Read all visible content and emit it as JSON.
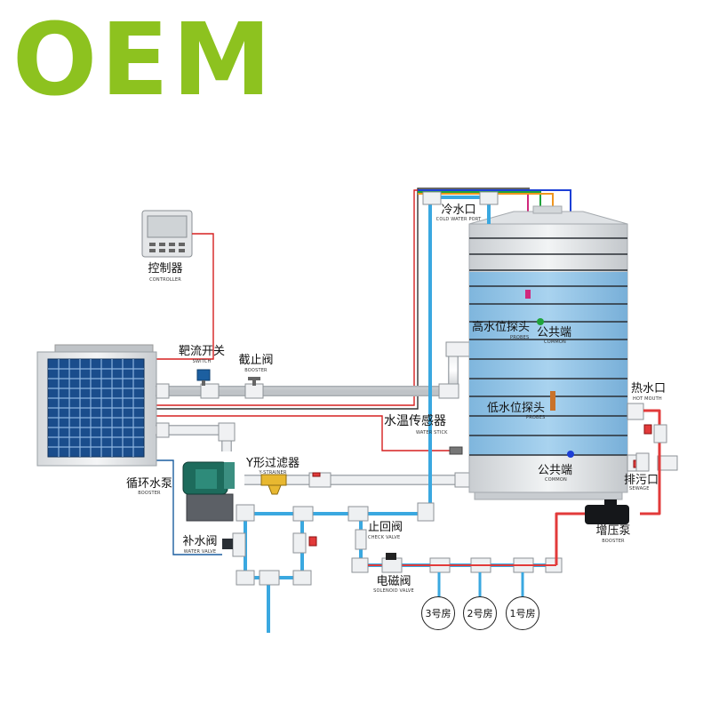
{
  "brand": {
    "text": "OEM",
    "color": "#8dc21f"
  },
  "controller": {
    "zh": "控制器",
    "en": "CONTROLLER"
  },
  "switch": {
    "zh": "靶流开关",
    "en": "SWITCH"
  },
  "stop_valve": {
    "zh": "截止阀",
    "en": "BOOSTER"
  },
  "cold_water_port": {
    "zh": "冷水口",
    "en": "COLD WATER PORT"
  },
  "high_probe": {
    "zh": "高水位探头",
    "en": "PROBES"
  },
  "common_top": {
    "zh": "公共端",
    "en": "COMMON"
  },
  "low_probe": {
    "zh": "低水位探头",
    "en": "PROBES"
  },
  "common_bottom": {
    "zh": "公共端",
    "en": "COMMON"
  },
  "temp_sensor": {
    "zh": "水温传感器",
    "en": "WATER STICK"
  },
  "hot_mouth": {
    "zh": "热水口",
    "en": "HOT MOUTH"
  },
  "sewage": {
    "zh": "排污口",
    "en": "SEWAGE"
  },
  "circ_pump": {
    "zh": "循环水泵",
    "en": "BOOSTER"
  },
  "y_strainer": {
    "zh": "Y形过滤器",
    "en": "Y-STRAINER"
  },
  "makeup_valve": {
    "zh": "补水阀",
    "en": "WATER VALVE"
  },
  "check_valve": {
    "zh": "止回阀",
    "en": "CHECK VALVE"
  },
  "solenoid": {
    "zh": "电磁阀",
    "en": "SOLENOID VALVE"
  },
  "booster_pump": {
    "zh": "增压泵",
    "en": "BOOSTER"
  },
  "rooms": [
    "3号房",
    "2号房",
    "1号房"
  ],
  "colors": {
    "pipe_blue": "#3aa8e0",
    "pipe_red": "#e23a3a",
    "wire_red": "#d62020",
    "wire_magenta": "#d0287c",
    "wire_green": "#1fa33a",
    "wire_orange": "#f0961e",
    "wire_blue": "#1c3fd6",
    "tank_water": "#8fc3e6",
    "panel_blue": "#1a4d8c"
  }
}
